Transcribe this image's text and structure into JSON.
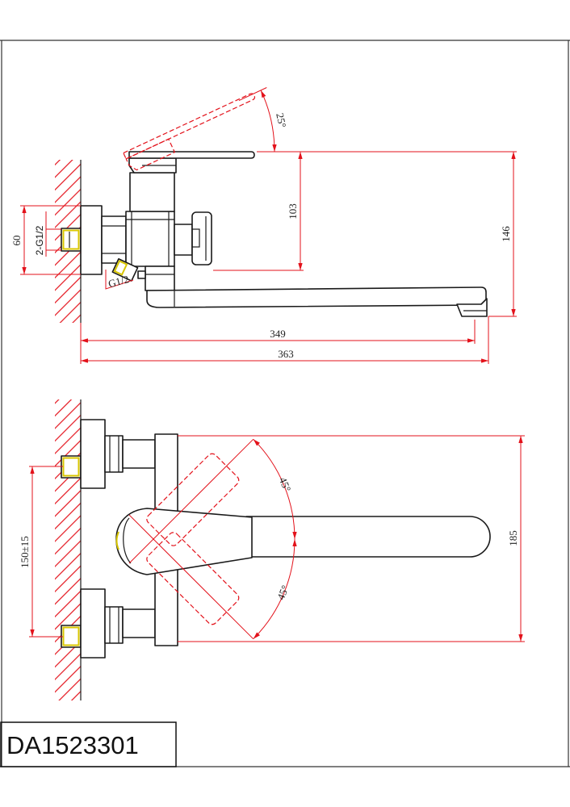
{
  "drawing_code": "DA1523301",
  "side_view": {
    "handle_swing_angle": "25°",
    "height_to_handle": "103",
    "overall_height": "146",
    "flange_size": "60",
    "inlet_thread": "2-G1/2",
    "outlet_thread": "G1/2",
    "outlet_distance": "349",
    "overall_length": "363"
  },
  "plan_view": {
    "handle_angle_upper": "45°",
    "handle_angle_lower": "45°",
    "inlet_spacing": "150±15",
    "overall_width": "185"
  },
  "colors": {
    "dimension": "#e3121b",
    "outline": "#1a1a1a",
    "thread": "#d8c600"
  }
}
